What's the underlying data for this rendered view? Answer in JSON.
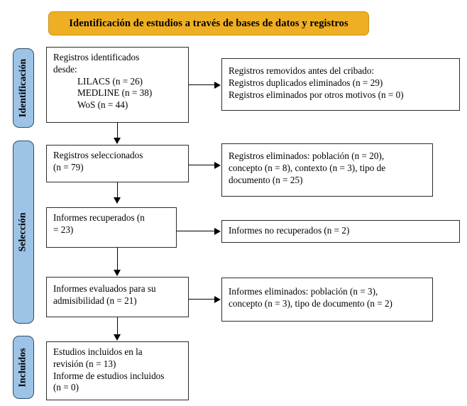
{
  "banner": {
    "title": "Identificación de estudios a través de bases de datos y registros",
    "fill": "#EFAF24"
  },
  "stages": [
    {
      "label": "Identificación",
      "fill": "#9DC3E6"
    },
    {
      "label": "Selección",
      "fill": "#9DC3E6"
    },
    {
      "label": "Incluidos",
      "fill": "#9DC3E6"
    }
  ],
  "boxes": {
    "identified": {
      "line1": "Registros identificados",
      "line2": "desde:",
      "line3": "LILACS (n = 26)",
      "line4": "MEDLINE (n = 38)",
      "line5": "WoS (n = 44)"
    },
    "removed_before": {
      "line1": "Registros removidos antes del cribado:",
      "line2": "Registros duplicados eliminados (n = 29)",
      "line3": "Registros eliminados por otros motivos (n = 0)"
    },
    "screened": {
      "line1": "Registros seleccionados",
      "line2": "(n = 79)"
    },
    "records_excluded": {
      "line1": "Registros eliminados: población (n = 20),",
      "line2": "concepto (n = 8), contexto (n = 3), tipo de",
      "line3": "documento (n = 25)"
    },
    "retrieved": {
      "line1": "Informes recuperados (n",
      "line2": "= 23)"
    },
    "not_retrieved": {
      "line1": "Informes no recuperados (n = 2)"
    },
    "assessed": {
      "line1": "Informes evaluados para su",
      "line2": "admisibilidad (n = 21)"
    },
    "reports_excluded": {
      "line1": "Informes eliminados: población (n = 3),",
      "line2": "concepto (n = 3), tipo de documento (n = 2)"
    },
    "included": {
      "line1": "Estudios incluidos en la",
      "line2": "revisión (n = 13)",
      "line3": "Informe de estudios incluidos",
      "line4": "(n = 0)"
    }
  },
  "chart_data": {
    "type": "diagram",
    "title": "Identificación de estudios a través de bases de datos y registros",
    "stages": [
      "Identificación",
      "Selección",
      "Incluidos"
    ],
    "nodes": [
      {
        "id": "identified",
        "stage": "Identificación",
        "sources": [
          {
            "name": "LILACS",
            "n": 26
          },
          {
            "name": "MEDLINE",
            "n": 38
          },
          {
            "name": "WoS",
            "n": 44
          }
        ]
      },
      {
        "id": "removed_before",
        "stage": "Identificación",
        "exclusions": [
          {
            "reason": "Registros duplicados eliminados",
            "n": 29
          },
          {
            "reason": "Registros eliminados por otros motivos",
            "n": 0
          }
        ]
      },
      {
        "id": "screened",
        "stage": "Selección",
        "n": 79
      },
      {
        "id": "records_excluded",
        "stage": "Selección",
        "exclusions": [
          {
            "reason": "población",
            "n": 20
          },
          {
            "reason": "concepto",
            "n": 8
          },
          {
            "reason": "contexto",
            "n": 3
          },
          {
            "reason": "tipo de documento",
            "n": 25
          }
        ]
      },
      {
        "id": "retrieved",
        "stage": "Selección",
        "n": 23
      },
      {
        "id": "not_retrieved",
        "stage": "Selección",
        "n": 2
      },
      {
        "id": "assessed",
        "stage": "Selección",
        "n": 21
      },
      {
        "id": "reports_excluded",
        "stage": "Selección",
        "exclusions": [
          {
            "reason": "población",
            "n": 3
          },
          {
            "reason": "concepto",
            "n": 3
          },
          {
            "reason": "tipo de documento",
            "n": 2
          }
        ]
      },
      {
        "id": "included",
        "stage": "Incluidos",
        "studies_n": 13,
        "reports_n": 0
      }
    ],
    "edges": [
      {
        "from": "identified",
        "to": "removed_before",
        "dir": "right"
      },
      {
        "from": "identified",
        "to": "screened",
        "dir": "down"
      },
      {
        "from": "screened",
        "to": "records_excluded",
        "dir": "right"
      },
      {
        "from": "screened",
        "to": "retrieved",
        "dir": "down"
      },
      {
        "from": "retrieved",
        "to": "not_retrieved",
        "dir": "right"
      },
      {
        "from": "retrieved",
        "to": "assessed",
        "dir": "down"
      },
      {
        "from": "assessed",
        "to": "reports_excluded",
        "dir": "right"
      },
      {
        "from": "assessed",
        "to": "included",
        "dir": "down"
      }
    ]
  }
}
